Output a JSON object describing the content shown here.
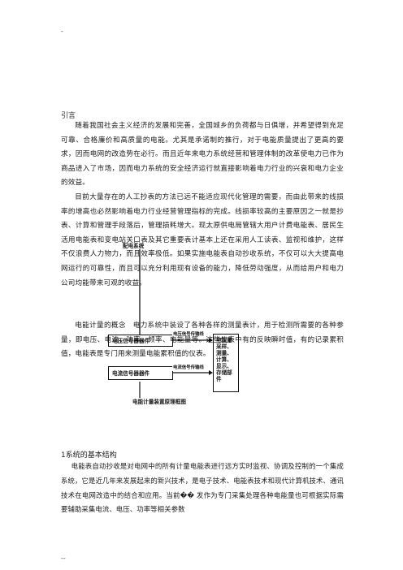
{
  "header_mark": "-",
  "intro_label": "引言",
  "paragraphs": {
    "p1": "随着我国社会主义经济的发展和完善，全国城乡的负荷都与日俱增，并希望得到充足可靠、合格廉价和高质量的电能。尤其是承诺制的推行，对于电能质量提出了更高的要求，因而电网的改造势在必行。而且近年来电力系统经营和管理体制的改革使电力已作为商品进入了市场，因而电力系统的安全经济运行就直接影响着电力行业的兴衰和电力企业的效益。",
    "p2": "目前大量存在的人工抄表的方法已远不能适应现代化管理的需要，而由此带来的线损率的增高也必然影响着电力行业经营管理指标的完成。线损率较高的主要原因之一就是抄表、计算和管理手段落后，管理损耗增大。现太原供电局管辖大用户计费电能表、居民生活用电能表和变电站关口表及其它重要表计基本上还在采用人工读表、监视和维护，这样不仅浪费人力物力，而且效率极低。如果实施电能表自动抄收系统，不仅可以大大提高电网运行的可靠性，而且可以充分利用现有设备的能力，降低劳动强度，从而给用户和电力公司均能带来可观的收益。",
    "p3": "电能计量的概念　电力系统中装设了各种各样的测量表计，用于检测所需要的各种参量，即电压、电流、功率、频率、电能量等。这些仪表中有的反映瞬时值，有的记录累积值，电能表是专门用来测量电能累积值的仪表。"
  },
  "diagram": {
    "top_label": "配电系统",
    "box_voltage": "电压信号器器件",
    "box_current": "电流信号器器件",
    "line_voltage": "电压信号传输线",
    "line_current": "电流信号传输线",
    "box_meter": "电能量采样、测量、计算、显示、存储部件",
    "caption": "电能计量装置原理框图"
  },
  "section1": {
    "title": "1系统的基本结构",
    "p1": "电能表自动抄收是对电网中的所有计量电能表进行远方实时监视、协调及控制的一个集成系统，它是近几年来发展起来的新兴技术，是电子技术、电能表技术和现代计算机技术、通讯技术在电网改造中的结合和应用。当前�� 发作为专门采集处理各种电能量也可根据实际需要辅助采集电流、电压、功率等相关参数"
  },
  "footer_mark": "--"
}
